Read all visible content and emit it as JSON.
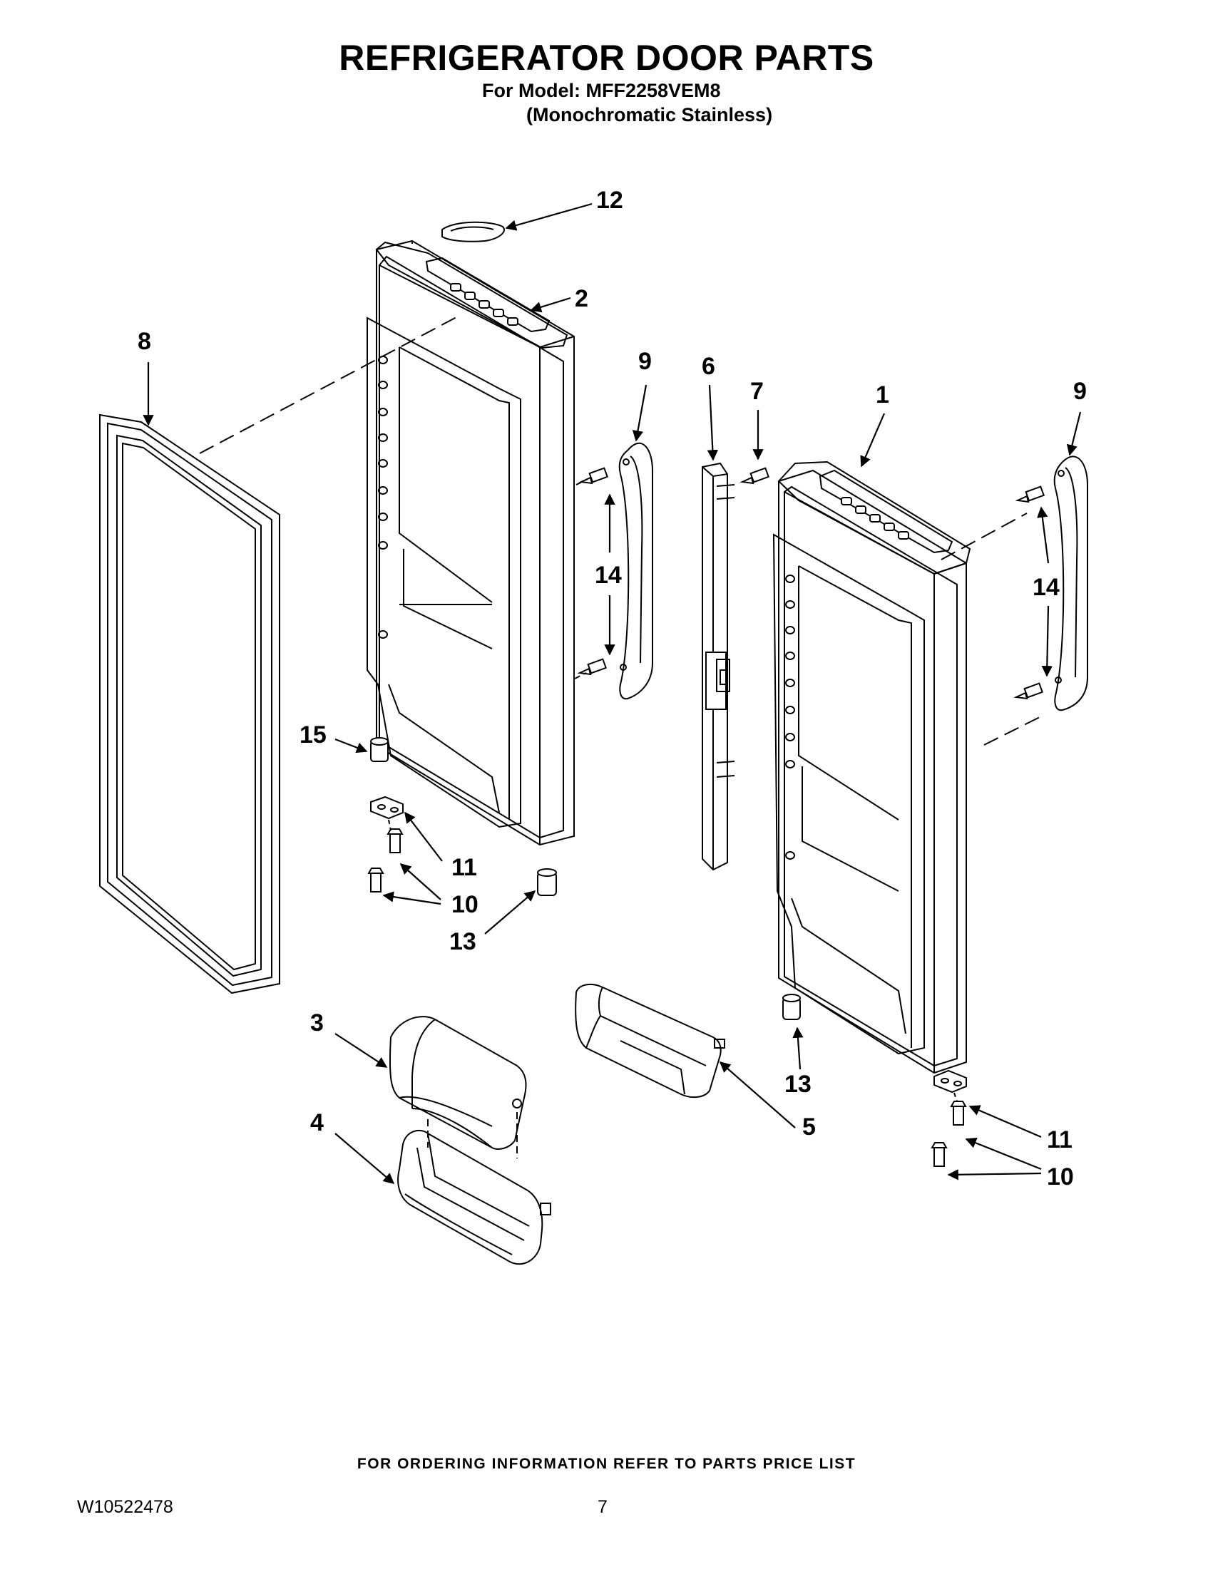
{
  "page": {
    "title": "REFRIGERATOR DOOR PARTS",
    "model_line": "For Model: MFF2258VEM8",
    "variant_line": "(Monochromatic Stainless)",
    "footer_note": "FOR ORDERING INFORMATION REFER TO PARTS PRICE LIST",
    "doc_number": "W10522478",
    "page_number": "7"
  },
  "callouts": {
    "c1": "1",
    "c2": "2",
    "c3": "3",
    "c4": "4",
    "c5": "5",
    "c6": "6",
    "c7": "7",
    "c8": "8",
    "c9a": "9",
    "c9b": "9",
    "c10a": "10",
    "c10b": "10",
    "c11a": "11",
    "c11b": "11",
    "c12": "12",
    "c13a": "13",
    "c13b": "13",
    "c14a": "14",
    "c14b": "14",
    "c15": "15"
  }
}
